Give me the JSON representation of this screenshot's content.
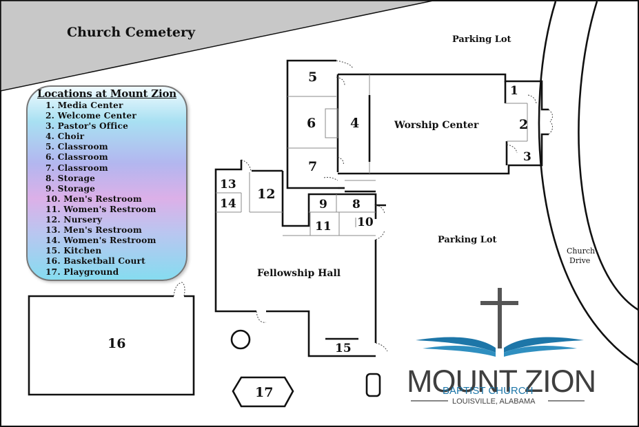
{
  "map": {
    "cemetery_label": "Church Cemetery",
    "parking_top": "Parking Lot",
    "parking_right": "Parking Lot",
    "church_drive_line1": "Church",
    "church_drive_line2": "Drive",
    "worship_center": "Worship Center",
    "fellowship_hall": "Fellowship Hall",
    "rooms": {
      "r1": "1",
      "r2": "2",
      "r3": "3",
      "r4": "4",
      "r5": "5",
      "r6": "6",
      "r7": "7",
      "r8": "8",
      "r9": "9",
      "r10": "10",
      "r11": "11",
      "r12": "12",
      "r13": "13",
      "r14": "14",
      "r15": "15",
      "r16": "16",
      "r17": "17"
    }
  },
  "legend": {
    "title": "Locations at Mount Zion",
    "items": [
      "1. Media Center",
      "2. Welcome Center",
      "3. Pastor's Office",
      "4. Choir",
      "5. Classroom",
      "6. Classroom",
      "7. Classroom",
      "8. Storage",
      "9. Storage",
      "10. Men's Restroom",
      "11. Women's Restroom",
      "12. Nursery",
      "13. Men's Restroom",
      "14. Women's Restroom",
      "15. Kitchen",
      "16. Basketball Court",
      "17. Playground"
    ]
  },
  "logo": {
    "name": "MOUNT ZION",
    "subtitle": "BAPTIST CHURCH",
    "location": "LOUISVILLE, ALABAMA",
    "colors": {
      "primary": "#3f3f3f",
      "accent": "#1d76a8"
    }
  },
  "colors": {
    "cemetery": "#c8c8c8",
    "walls": "#111111"
  }
}
